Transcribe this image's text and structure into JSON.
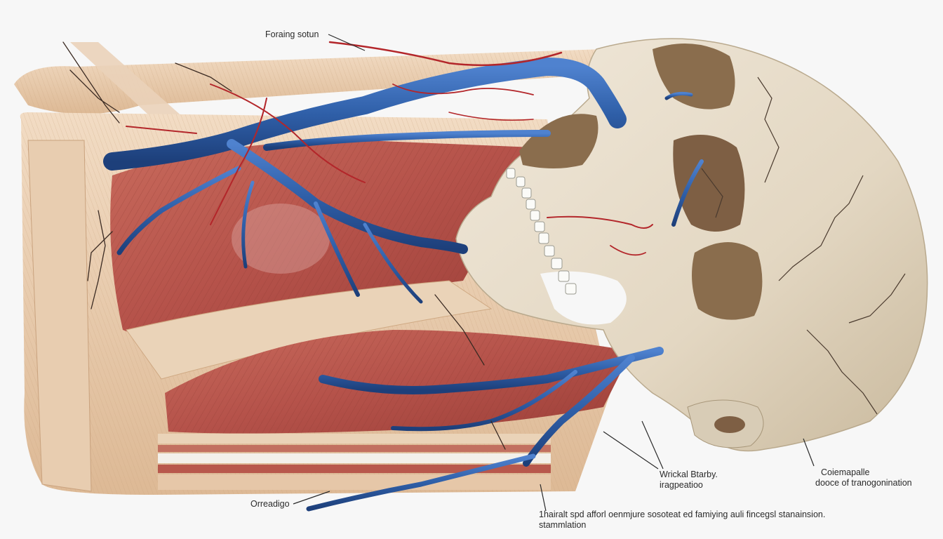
{
  "illustration": {
    "subject": "anatomical illustration: skull with dissected muscle, veins and arteries",
    "colors": {
      "background": "#f7f7f7",
      "bone": "#e6dccb",
      "bone_shadow": "#b9a98d",
      "cavity": "#8a6d4d",
      "muscle": "#b8544a",
      "muscle_light": "#d98a7c",
      "fascia": "#ecd3b8",
      "vein": "#2f5fa8",
      "artery": "#b3262a",
      "nerve": "#3a2a22",
      "label_text": "#2a2a2a"
    }
  },
  "labels": {
    "top": {
      "line1": "Foraing sotun"
    },
    "mid": {
      "line1": "Wrickal Btarby.",
      "line2": "iragpeatioo"
    },
    "right": {
      "line1": "Coiemapalle",
      "line2": "dooce of tranogonination"
    },
    "left": {
      "line1": "Orreadigo"
    },
    "bottom": {
      "line1": "1hairalt spd afforl oenmjure sosoteat ed famiying auli fincegsl stanainsion.",
      "line2": "stammlation"
    }
  }
}
